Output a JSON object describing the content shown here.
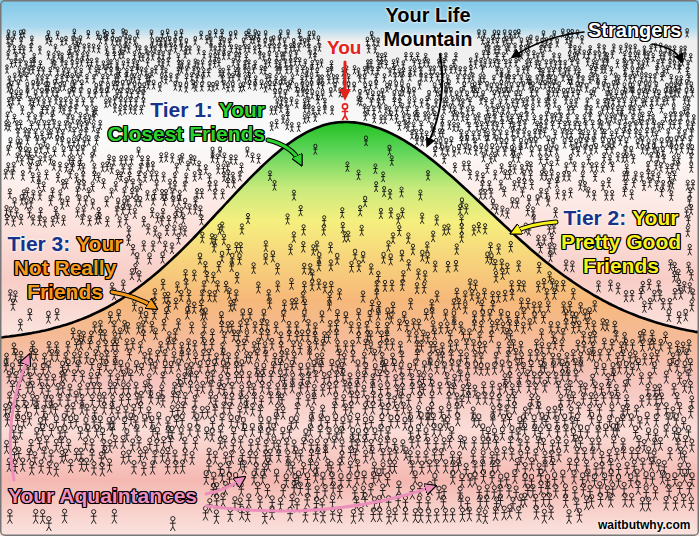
{
  "diagram": {
    "labels": [
      "You",
      "Your Life Mountain",
      "Strangers",
      "Tier 1:",
      "Your Closest Friends",
      "Tier 2:",
      "Your Pretty Good Friends",
      "Tier 3:",
      "Your Not Really Friends",
      "Your Aquaintances",
      "waitbutwhy.com"
    ]
  }
}
